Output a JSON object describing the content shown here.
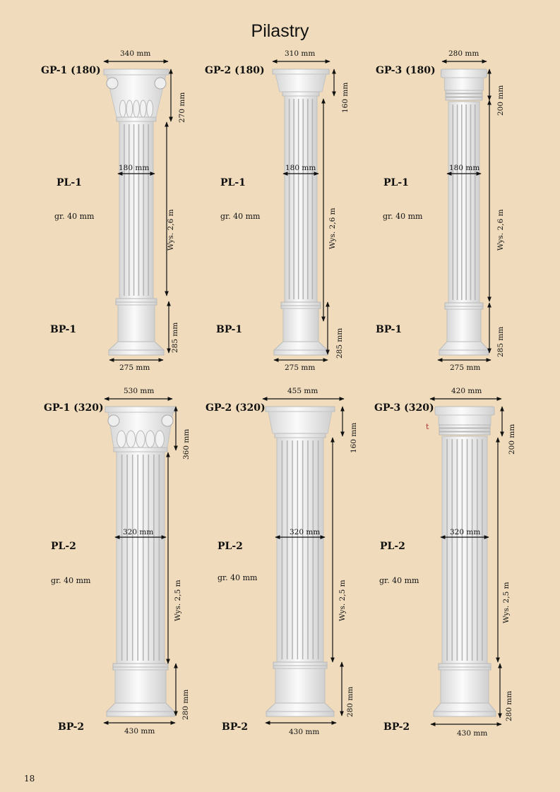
{
  "title": "Pilastry",
  "page_number": "18",
  "stray_mark": "t",
  "items": [
    {
      "capital": "GP-1 (180)",
      "cap_style": "corinthian",
      "cap_width": "340 mm",
      "cap_height": "270 mm",
      "shaft": "PL-1",
      "thickness": "gr. 40 mm",
      "shaft_width": "180 mm",
      "shaft_height": "Wys. 2,6 m",
      "base": "BP-1",
      "base_height": "285 mm",
      "base_width": "275 mm"
    },
    {
      "capital": "GP-2 (180)",
      "cap_style": "simple",
      "cap_width": "310 mm",
      "cap_height": "160 mm",
      "shaft": "PL-1",
      "thickness": "gr. 40 mm",
      "shaft_width": "180 mm",
      "shaft_height": "Wys. 2,6 m",
      "base": "BP-1",
      "base_height": "285 mm",
      "base_width": "275 mm"
    },
    {
      "capital": "GP-3 (180)",
      "cap_style": "banded",
      "cap_width": "280 mm",
      "cap_height": "200 mm",
      "shaft": "PL-1",
      "thickness": "gr. 40 mm",
      "shaft_width": "180 mm",
      "shaft_height": "Wys. 2,6 m",
      "base": "BP-1",
      "base_height": "285 mm",
      "base_width": "275 mm"
    },
    {
      "capital": "GP-1 (320)",
      "cap_style": "corinthian",
      "cap_width": "530 mm",
      "cap_height": "360 mm",
      "shaft": "PL-2",
      "thickness": "gr. 40 mm",
      "shaft_width": "320 mm",
      "shaft_height": "Wys. 2,5 m",
      "base": "BP-2",
      "base_height": "280 mm",
      "base_width": "430 mm"
    },
    {
      "capital": "GP-2 (320)",
      "cap_style": "simple",
      "cap_width": "455 mm",
      "cap_height": "160 mm",
      "shaft": "PL-2",
      "thickness": "gr.  40 mm",
      "shaft_width": "320 mm",
      "shaft_height": "Wys. 2,5 m",
      "base": "BP-2",
      "base_height": "280 mm",
      "base_width": "430 mm"
    },
    {
      "capital": "GP-3 (320)",
      "cap_style": "banded",
      "cap_width": "420 mm",
      "cap_height": "200 mm",
      "shaft": "PL-2",
      "thickness": "gr. 40 mm",
      "shaft_width": "320 mm",
      "shaft_height": "Wys. 2,5 m",
      "base": "BP-2",
      "base_height": "280 mm",
      "base_width": "430 mm"
    }
  ]
}
